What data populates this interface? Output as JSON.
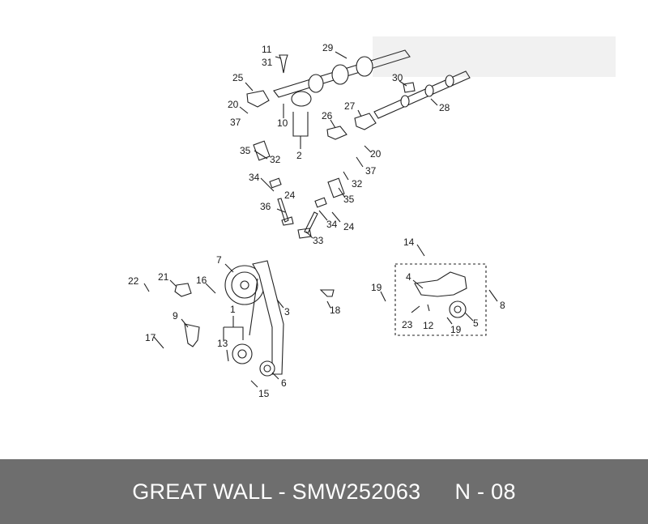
{
  "diagram": {
    "callouts": [
      "29",
      "11",
      "31",
      "25",
      "30",
      "20",
      "27",
      "28",
      "37",
      "10",
      "26",
      "35",
      "32",
      "2",
      "20",
      "37",
      "34",
      "24",
      "32",
      "36",
      "35",
      "34",
      "24",
      "33",
      "14",
      "7",
      "22",
      "21",
      "16",
      "19",
      "4",
      "1",
      "3",
      "18",
      "8",
      "9",
      "23",
      "12",
      "19",
      "5",
      "17",
      "13",
      "6",
      "15"
    ]
  },
  "footer": {
    "brand": "GREAT WALL",
    "dash": "-",
    "part_number": "SMW252063",
    "code": "N - 08"
  }
}
